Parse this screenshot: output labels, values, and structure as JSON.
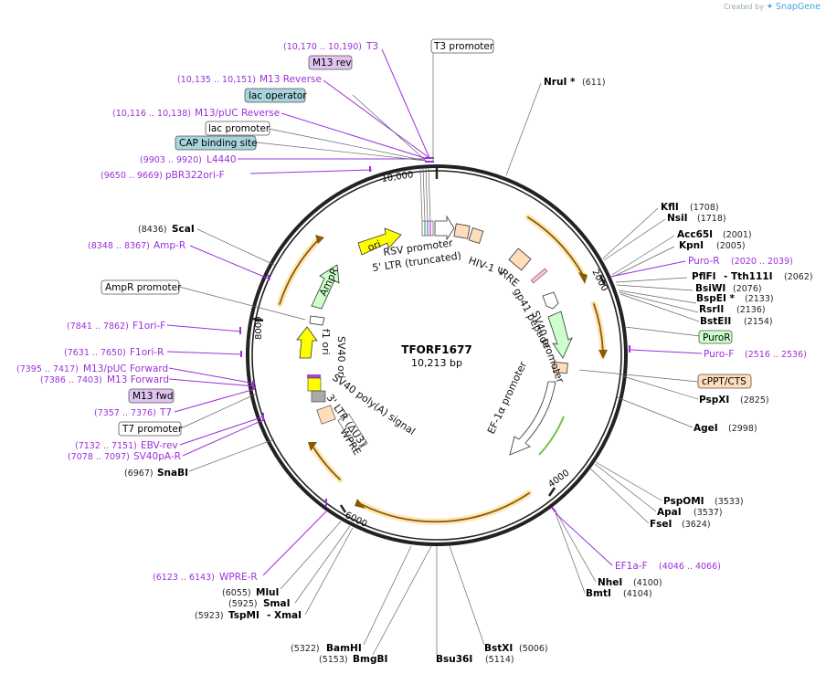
{
  "watermark": {
    "prefix": "Created by",
    "brand": "SnapGene"
  },
  "plasmid": {
    "name": "TFORF1677",
    "size": "10,213 bp"
  },
  "ticks": [
    "10,000",
    "2000",
    "4000",
    "6000",
    "8000"
  ],
  "right_labels": [
    {
      "name": "NruI *",
      "pos": "(611)"
    },
    {
      "name": "KflI",
      "pos": "(1708)"
    },
    {
      "name": "NsiI",
      "pos": "(1718)"
    },
    {
      "name": "Acc65I",
      "pos": "(2001)"
    },
    {
      "name": "KpnI",
      "pos": "(2005)"
    },
    {
      "name": "Puro-R",
      "pos": "(2020 .. 2039)"
    },
    {
      "name": "PflFI",
      "name2": "Tth111I",
      "pos": "(2062)"
    },
    {
      "name": "BsiWI",
      "pos": "(2076)"
    },
    {
      "name": "BspEI *",
      "pos": "(2133)"
    },
    {
      "name": "RsrII",
      "pos": "(2136)"
    },
    {
      "name": "BstEII",
      "pos": "(2154)"
    },
    {
      "name": "PuroR"
    },
    {
      "name": "Puro-F",
      "pos": "(2516 .. 2536)"
    },
    {
      "name": "cPPT/CTS"
    },
    {
      "name": "PspXI",
      "pos": "(2825)"
    },
    {
      "name": "AgeI",
      "pos": "(2998)"
    },
    {
      "name": "PspOMI",
      "pos": "(3533)"
    },
    {
      "name": "ApaI",
      "pos": "(3537)"
    },
    {
      "name": "FseI",
      "pos": "(3624)"
    },
    {
      "name": "EF1a-F",
      "pos": "(4046 .. 4066)"
    },
    {
      "name": "NheI",
      "pos": "(4100)"
    },
    {
      "name": "BmtI",
      "pos": "(4104)"
    }
  ],
  "bottom_labels": [
    {
      "name": "BstXI",
      "pos": "(5006)"
    },
    {
      "name": "Bsu36I",
      "pos": "(5114)"
    },
    {
      "name": "BamHI",
      "pos": "(5322)"
    },
    {
      "name": "BmgBI",
      "pos": "(5153)"
    },
    {
      "name": "MluI",
      "pos": "(6055)"
    },
    {
      "name": "SmaI",
      "pos": "(5925)"
    },
    {
      "name": "TspMI",
      "name2": "XmaI",
      "pos": "(5923)"
    }
  ],
  "left_labels": [
    {
      "name": "T3",
      "pos": "(10,170 .. 10,190)"
    },
    {
      "name": "T3 promoter"
    },
    {
      "name": "M13 rev"
    },
    {
      "name": "M13 Reverse",
      "pos": "(10,135 .. 10,151)"
    },
    {
      "name": "lac operator"
    },
    {
      "name": "M13/pUC Reverse",
      "pos": "(10,116 .. 10,138)"
    },
    {
      "name": "lac promoter"
    },
    {
      "name": "CAP binding site"
    },
    {
      "name": "L4440",
      "pos": "(9903 .. 9920)"
    },
    {
      "name": "pBR322ori-F",
      "pos": "(9650 .. 9669)"
    },
    {
      "name": "ScaI",
      "pos": "(8436)"
    },
    {
      "name": "Amp-R",
      "pos": "(8348 .. 8367)"
    },
    {
      "name": "AmpR promoter"
    },
    {
      "name": "F1ori-F",
      "pos": "(7841 .. 7862)"
    },
    {
      "name": "F1ori-R",
      "pos": "(7631 .. 7650)"
    },
    {
      "name": "M13/pUC Forward",
      "pos": "(7395 .. 7417)"
    },
    {
      "name": "M13 Forward",
      "pos": "(7386 .. 7403)"
    },
    {
      "name": "M13 fwd"
    },
    {
      "name": "T7",
      "pos": "(7357 .. 7376)"
    },
    {
      "name": "T7 promoter"
    },
    {
      "name": "EBV-rev",
      "pos": "(7132 .. 7151)"
    },
    {
      "name": "SV40pA-R",
      "pos": "(7078 .. 7097)"
    },
    {
      "name": "SnaBI",
      "pos": "(6967)"
    },
    {
      "name": "WPRE-R",
      "pos": "(6123 .. 6143)"
    }
  ],
  "features": {
    "ori": "ori",
    "rsv": "RSV promoter",
    "ltr5": "5' LTR (truncated)",
    "hiv": "HIV-1 Ψ",
    "rre": "RRE",
    "gp41": "gp41 peptide",
    "sv40p": "SV40 promoter",
    "ef1a": "EF-1α promoter",
    "ampr": "AmpR",
    "f1ori": "f1 ori",
    "sv40ori": "SV40 ori",
    "sv40pa": "SV40 poly(A) signal",
    "ltr3": "3' LTR (ΔU3)",
    "wpre": "WPRE"
  },
  "colors": {
    "purple": "#9b30d9",
    "orange": "#f0a830",
    "yellow": "#ffff00",
    "green_light": "#ccffcc",
    "peach": "#ffddbb",
    "blue_box": "#a8d4dc",
    "lilac_box": "#e0c4f0",
    "puro_box": "#ccffcc",
    "cppt_box": "#ffddbb"
  }
}
